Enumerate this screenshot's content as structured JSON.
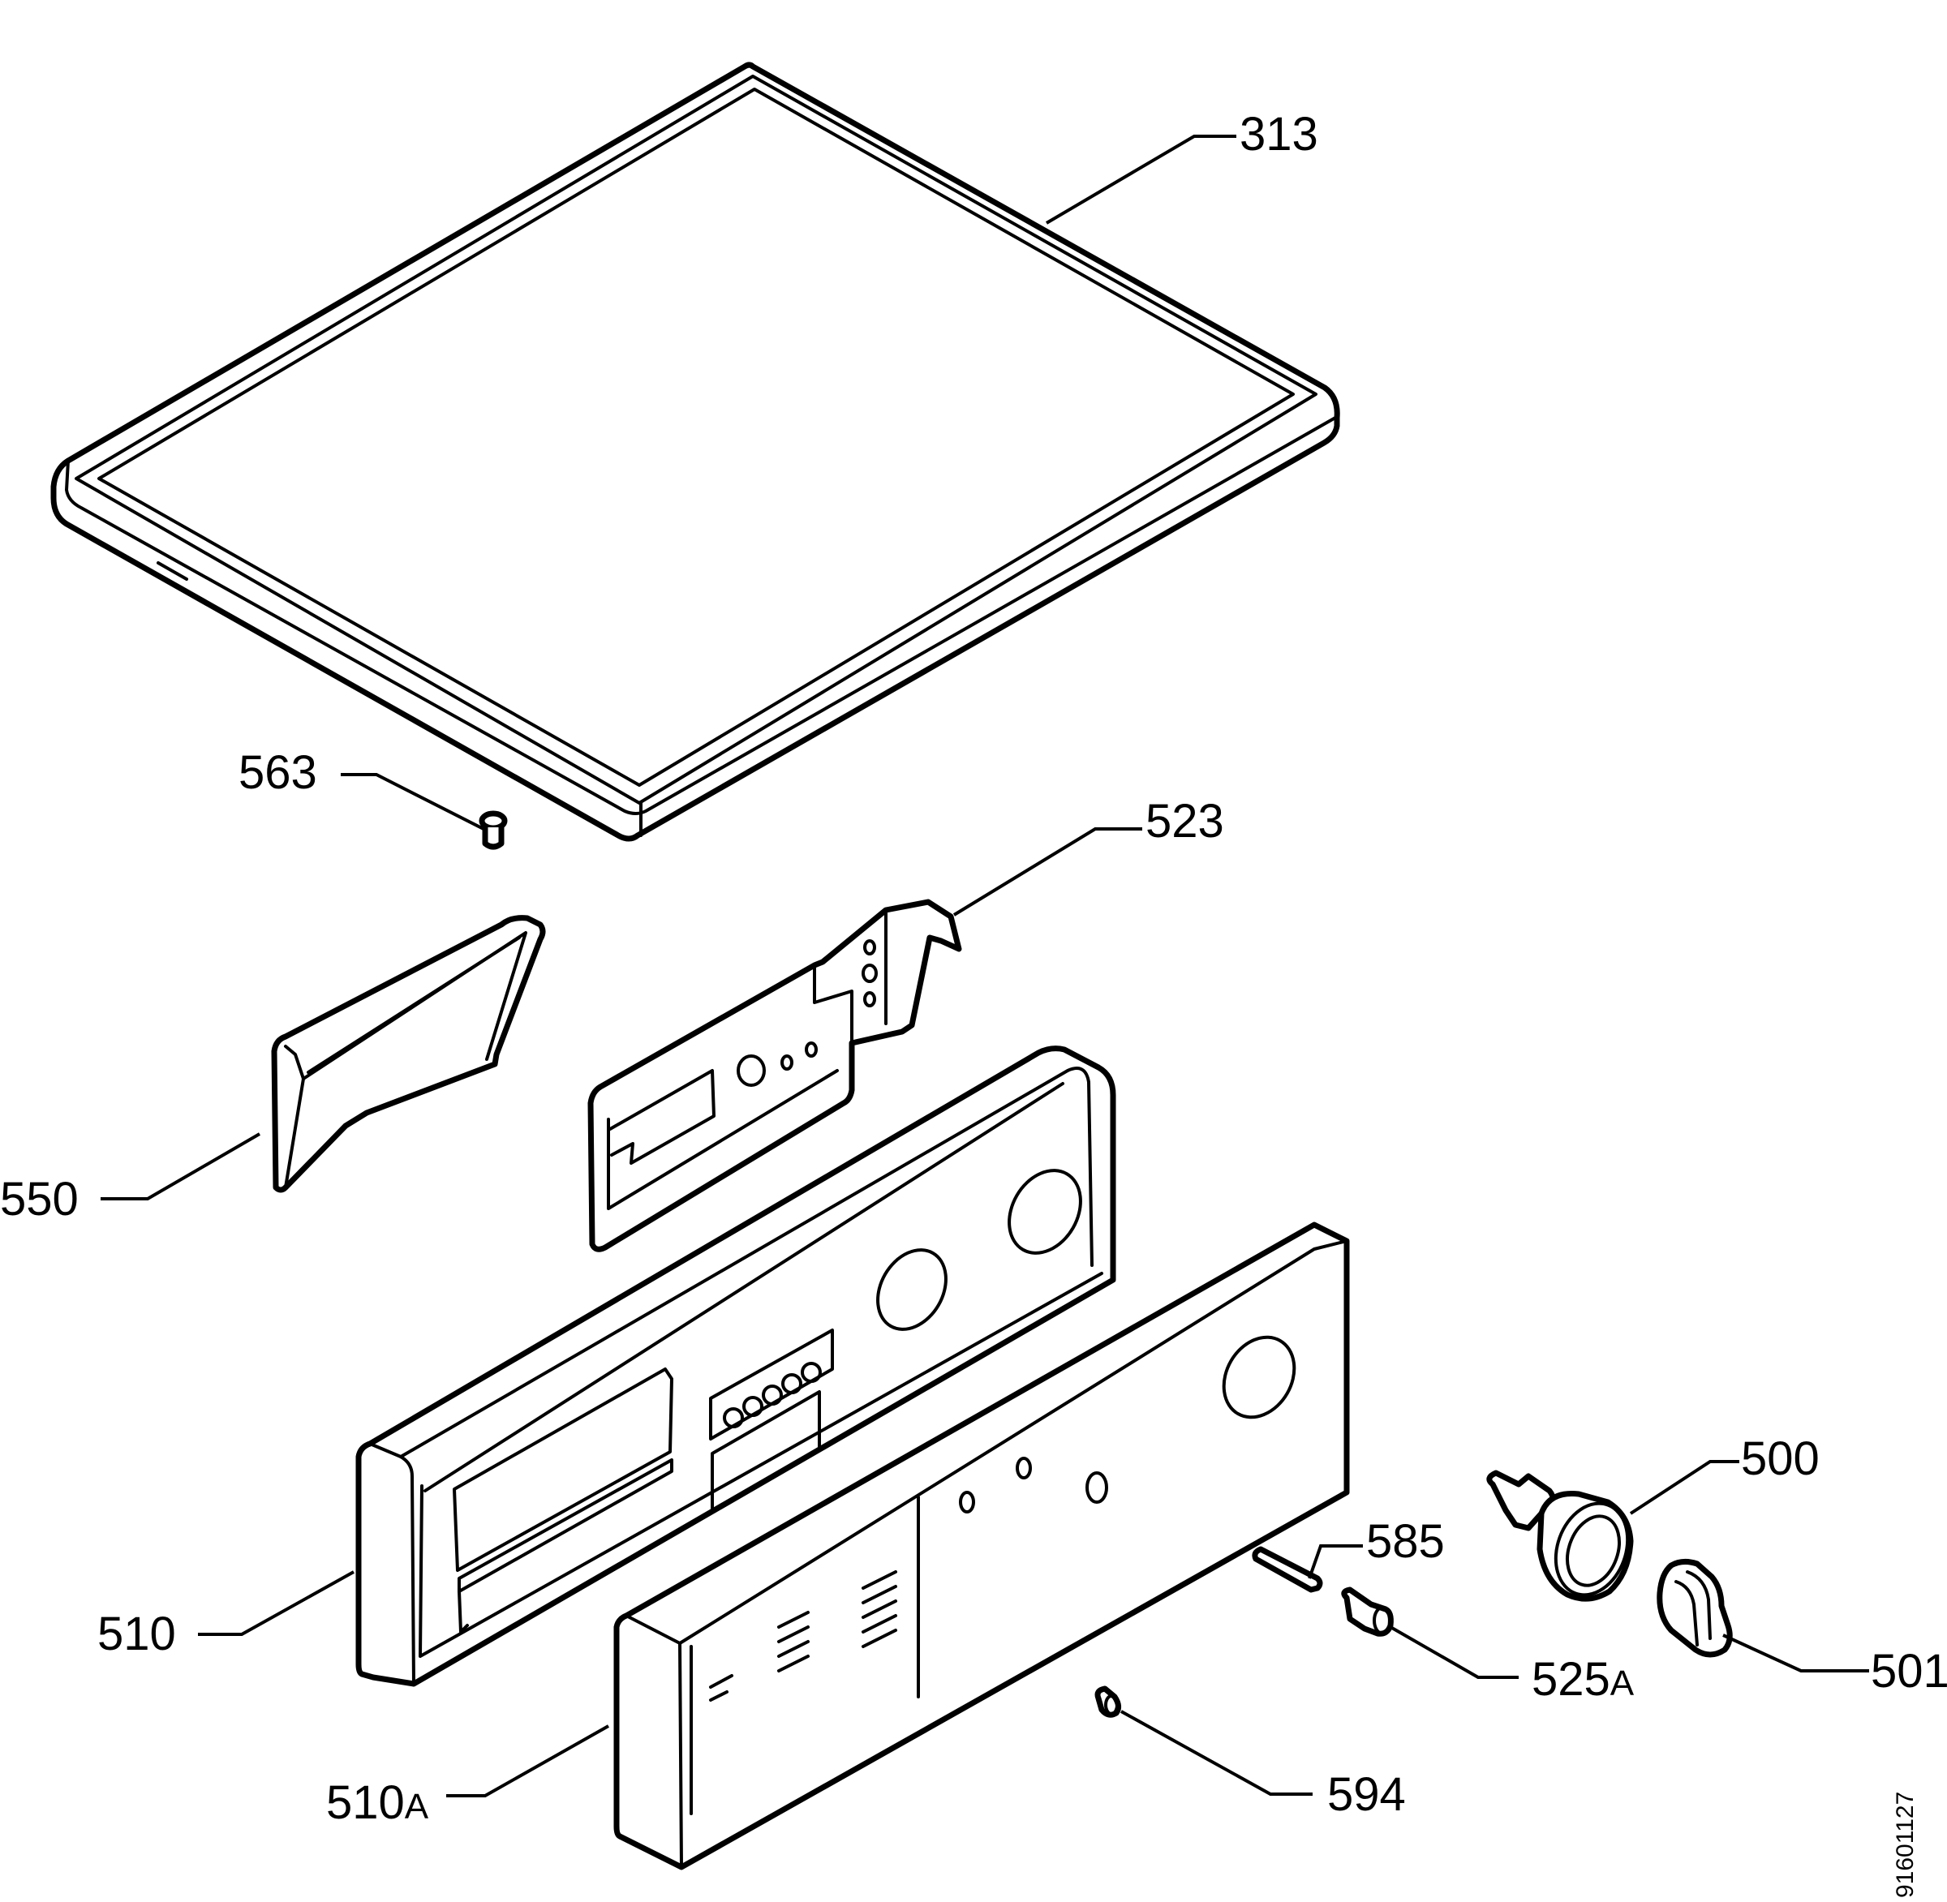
{
  "labels": {
    "l313": "313",
    "l563": "563",
    "l523": "523",
    "l550": "550",
    "l500": "500",
    "l585": "585",
    "l510": "510",
    "l525": "525",
    "l525s": "A",
    "l501": "501",
    "l510a": "510",
    "l510as": "A",
    "l594": "594"
  },
  "drawing_number": "91601127"
}
